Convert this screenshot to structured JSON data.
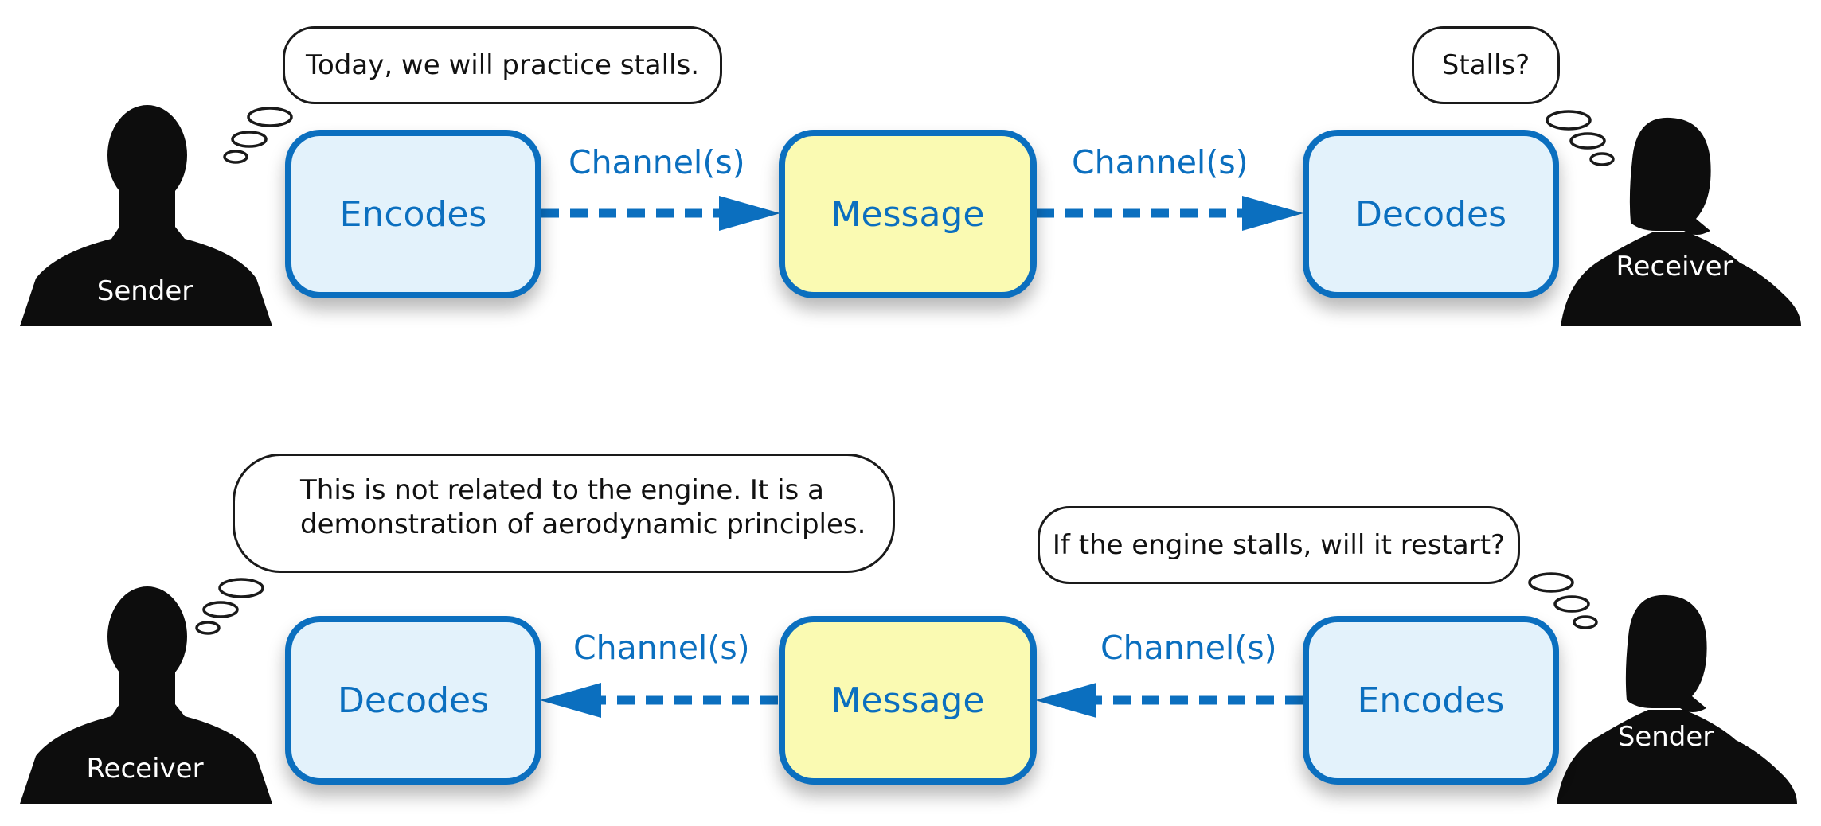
{
  "colors": {
    "accent": "#0b6fbf",
    "node_fill": "#e3f2fb",
    "message_fill": "#fafab2",
    "silhouette": "#0d0d0d"
  },
  "top_row": {
    "sender_label": "Sender",
    "receiver_label": "Receiver",
    "sender_bubble": "Today, we will practice stalls.",
    "receiver_bubble": "Stalls?",
    "encode_label": "Encodes",
    "message_label": "Message",
    "decode_label": "Decodes",
    "channel_left": "Channel(s)",
    "channel_right": "Channel(s)"
  },
  "bottom_row": {
    "receiver_label": "Receiver",
    "sender_label": "Sender",
    "receiver_bubble_line1": "This is not related to the engine. It is a",
    "receiver_bubble_line2": "demonstration of aerodynamic principles.",
    "sender_bubble": "If the engine stalls, will it restart?",
    "decode_label": "Decodes",
    "message_label": "Message",
    "encode_label": "Encodes",
    "channel_left": "Channel(s)",
    "channel_right": "Channel(s)"
  }
}
